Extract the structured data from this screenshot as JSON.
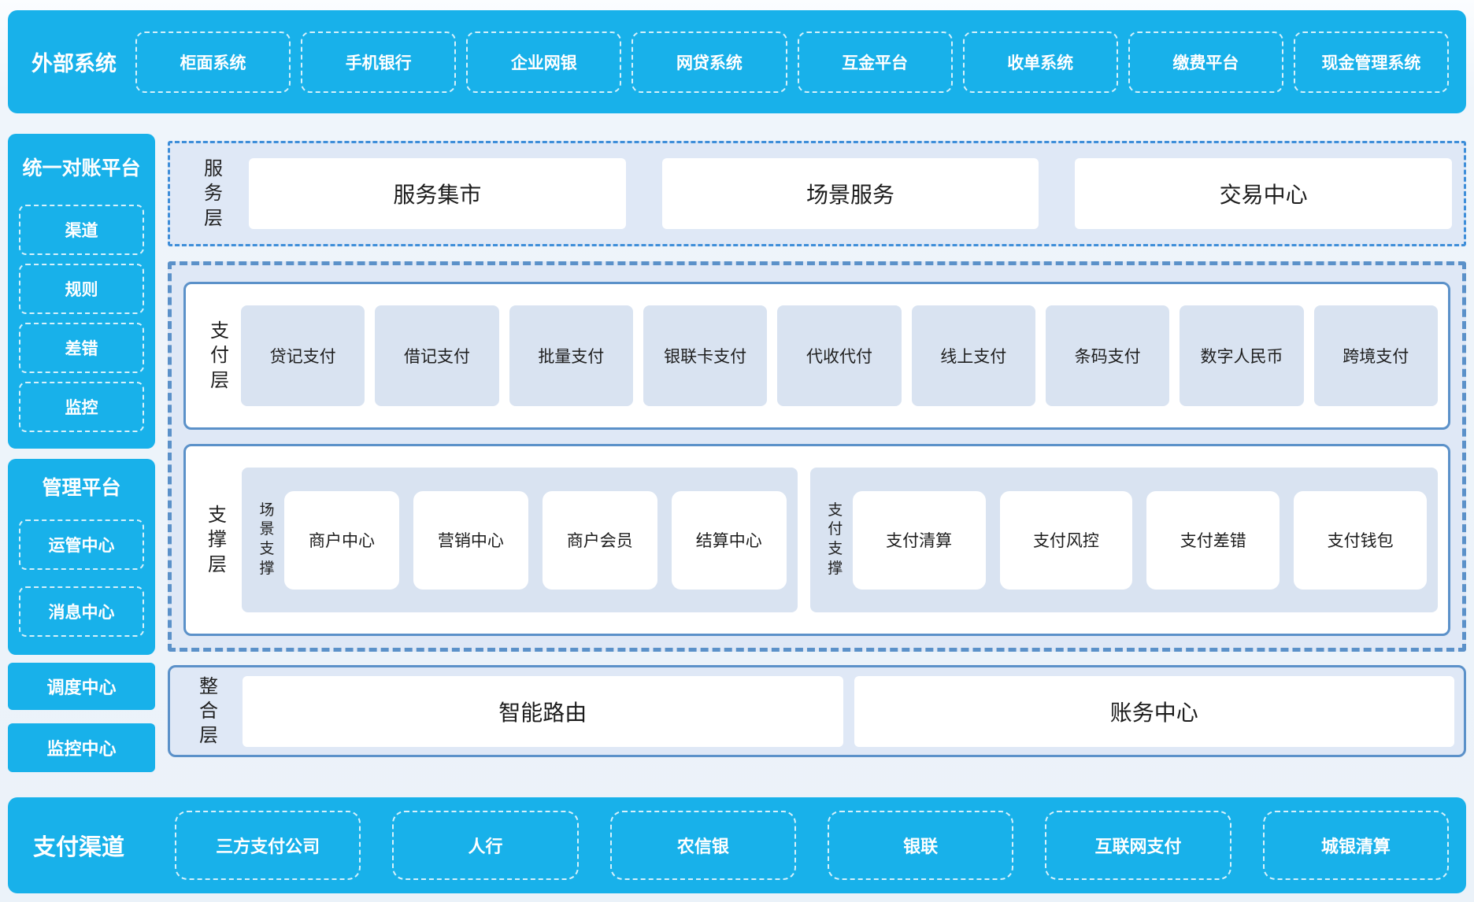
{
  "colors": {
    "accent_blue": "#18b1ea",
    "panel_light_blue": "#dfe8f6",
    "box_light_blue": "#d9e3f1",
    "border_blue": "#5b91c9",
    "dashdot_border_blue": "#3e8ed9",
    "text_dark": "#1f1f1f",
    "text_white": "#ffffff"
  },
  "top_bar": {
    "title": "外部系统",
    "items": [
      "柜面系统",
      "手机银行",
      "企业网银",
      "网贷系统",
      "互金平台",
      "收单系统",
      "缴费平台",
      "现金管理系统"
    ]
  },
  "sidebar": {
    "reconciliation": {
      "title": "统一对账平台",
      "items": [
        "渠道",
        "规则",
        "差错",
        "监控"
      ]
    },
    "management": {
      "title": "管理平台",
      "items": [
        "运管中心",
        "消息中心"
      ]
    },
    "standalone": [
      "调度中心",
      "监控中心"
    ]
  },
  "layers": {
    "service": {
      "label": "服务层",
      "items": [
        "服务集市",
        "场景服务",
        "交易中心"
      ]
    },
    "payment": {
      "label": "支付层",
      "items": [
        "贷记支付",
        "借记支付",
        "批量支付",
        "银联卡支付",
        "代收代付",
        "线上支付",
        "条码支付",
        "数字人民币",
        "跨境支付"
      ]
    },
    "support": {
      "label": "支撑层",
      "groups": [
        {
          "label": "场景支撑",
          "items": [
            "商户中心",
            "营销中心",
            "商户会员",
            "结算中心"
          ]
        },
        {
          "label": "支付支撑",
          "items": [
            "支付清算",
            "支付风控",
            "支付差错",
            "支付钱包"
          ]
        }
      ]
    },
    "integration": {
      "label": "整合层",
      "items": [
        "智能路由",
        "账务中心"
      ]
    }
  },
  "bottom_bar": {
    "title": "支付渠道",
    "items": [
      "三方支付公司",
      "人行",
      "农信银",
      "银联",
      "互联网支付",
      "城银清算"
    ]
  }
}
